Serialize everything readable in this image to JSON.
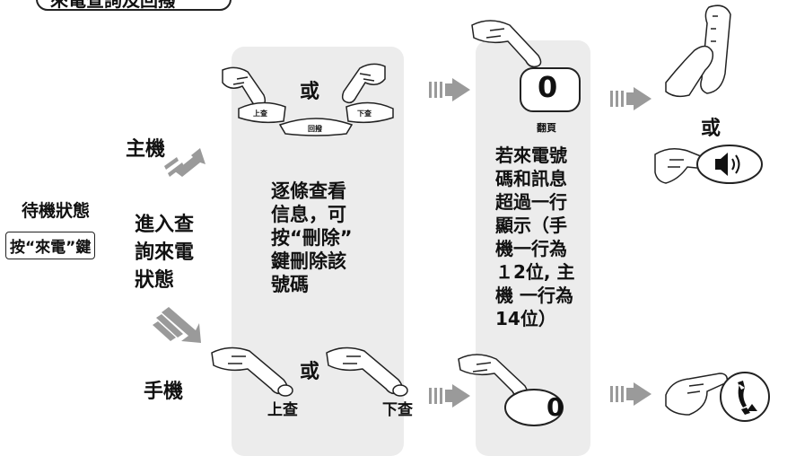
{
  "title": "來電查詢及回撥",
  "standby": {
    "label": "待機狀態",
    "button_hint": "按“來電”鍵",
    "enter_text": "進入查\n詢來電\n狀態"
  },
  "branches": {
    "base": "主機",
    "handset": "手機"
  },
  "panel1": {
    "or_top": "或",
    "key_up": "上查",
    "key_menu": "回撥",
    "key_down": "下查",
    "instructions": "逐條查看\n信息，可\n按“刪除”\n鍵刪除該\n號碼",
    "or_bottom": "或",
    "up_label": "上查",
    "down_label": "下查"
  },
  "panel2": {
    "key_zero_top": "0",
    "page_label": "翻頁",
    "note": "若來電號\n碼和訊息\n超過一行\n顯示（手\n機一行為\n１2位, 主\n機 一行為\n14位）",
    "key_zero_bottom": "0"
  },
  "result": {
    "or": "或"
  },
  "icons": [
    "pressing-hand-icon",
    "speaker-icon",
    "telephone-icon",
    "lifting-receiver-icon",
    "flow-arrow-icon"
  ],
  "colors": {
    "panel": "#ececec",
    "arrow": "#9a9a9a",
    "ink": "#111111"
  }
}
